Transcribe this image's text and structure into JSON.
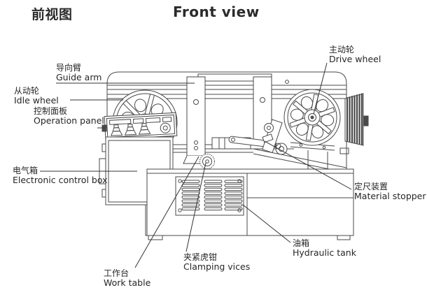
{
  "page": {
    "title_cn": "前视图",
    "title_en": "Front view"
  },
  "diagram": {
    "machine": "horizontal band saw front view line drawing",
    "line_color": "#4a4a4a",
    "leader_color": "#333333",
    "text_color": "#262626",
    "background": "#ffffff",
    "labels": [
      {
        "id": "guide-arm",
        "cn": "导向臂",
        "en": "Guide arm"
      },
      {
        "id": "idle-wheel",
        "cn": "从动轮",
        "en": "Idle wheel"
      },
      {
        "id": "operation-panel",
        "cn": "控制面板",
        "en": "Operation panel"
      },
      {
        "id": "electronic-control-box",
        "cn": "电气箱",
        "en": "Electronic control box"
      },
      {
        "id": "drive-wheel",
        "cn": "主动轮",
        "en": "Drive wheel"
      },
      {
        "id": "material-stopper",
        "cn": "定尺装置",
        "en": "Material stopper"
      },
      {
        "id": "hydraulic-tank",
        "cn": "油箱",
        "en": "Hydraulic tank"
      },
      {
        "id": "work-table",
        "cn": "工作台",
        "en": "Work table"
      },
      {
        "id": "clamping-vices",
        "cn": "夹紧虎钳",
        "en": "Clamping vices"
      }
    ]
  }
}
